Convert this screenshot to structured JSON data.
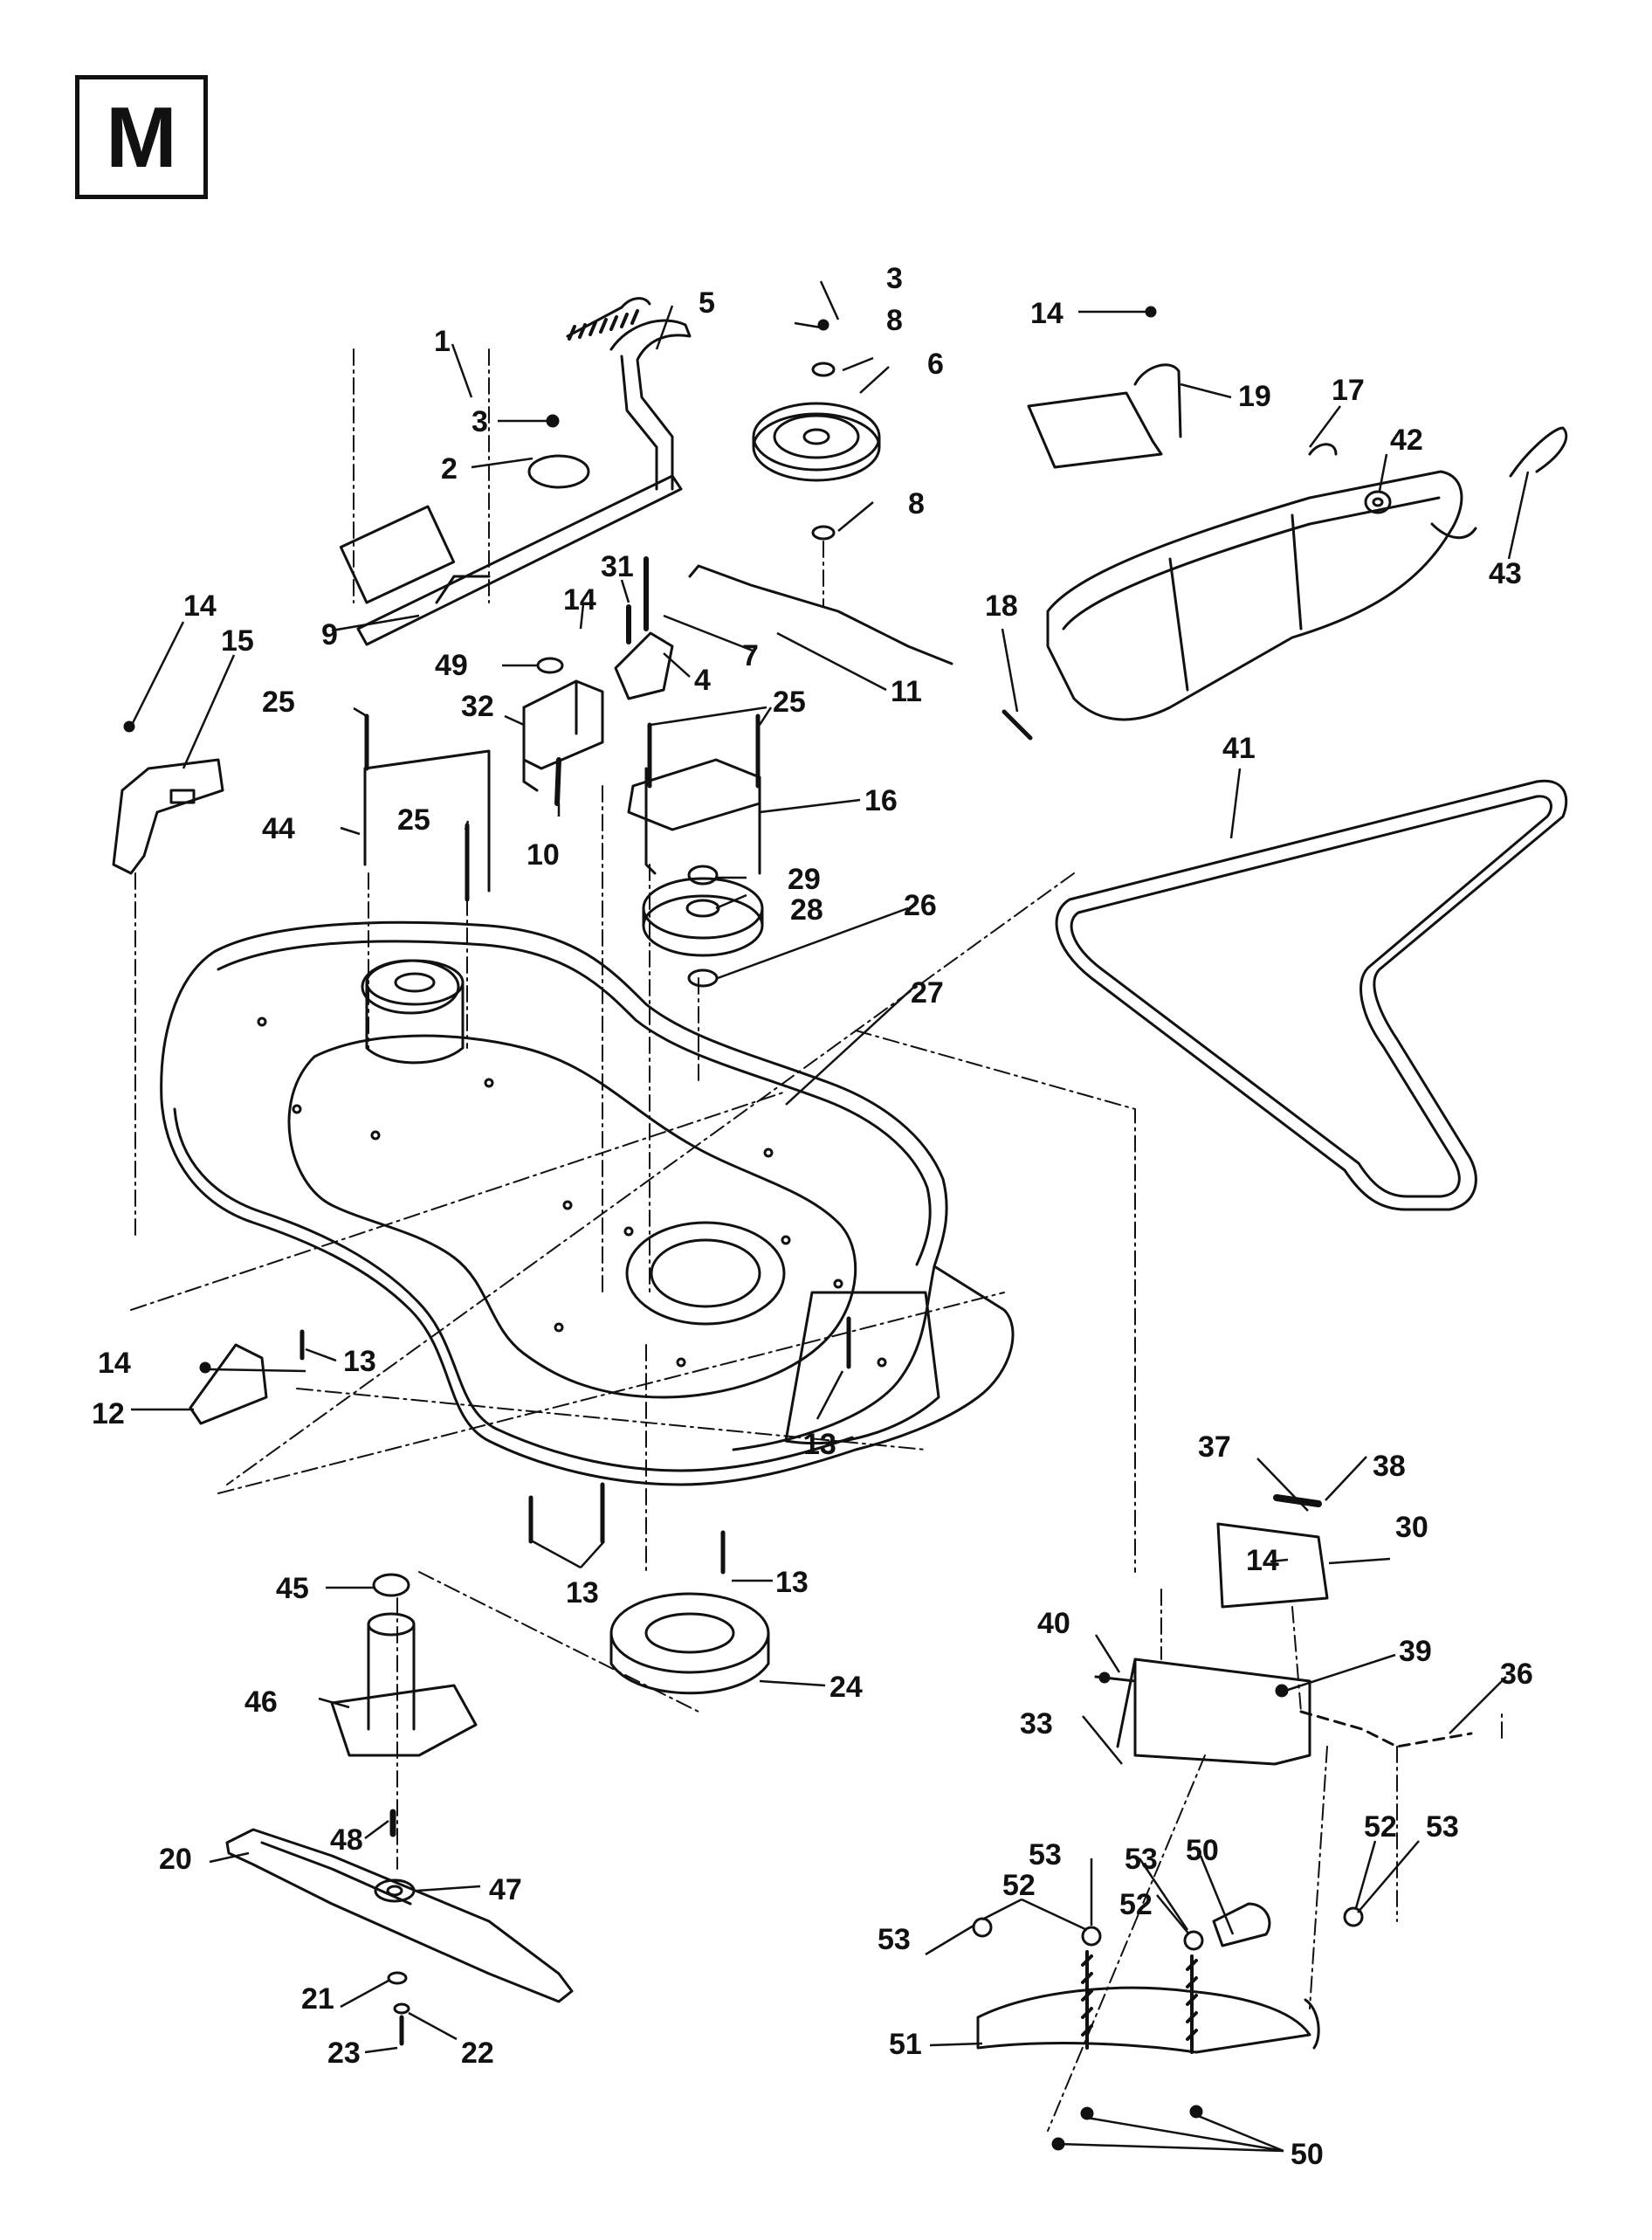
{
  "section_letter": "M",
  "callouts": [
    {
      "id": "c1",
      "label": "1"
    },
    {
      "id": "c2",
      "label": "2"
    },
    {
      "id": "c3a",
      "label": "3"
    },
    {
      "id": "c3b",
      "label": "3"
    },
    {
      "id": "c4",
      "label": "4"
    },
    {
      "id": "c5",
      "label": "5"
    },
    {
      "id": "c6",
      "label": "6"
    },
    {
      "id": "c7",
      "label": "7"
    },
    {
      "id": "c8a",
      "label": "8"
    },
    {
      "id": "c8b",
      "label": "8"
    },
    {
      "id": "c9",
      "label": "9"
    },
    {
      "id": "c10",
      "label": "10"
    },
    {
      "id": "c11",
      "label": "11"
    },
    {
      "id": "c12",
      "label": "12"
    },
    {
      "id": "c13a",
      "label": "13"
    },
    {
      "id": "c13b",
      "label": "13"
    },
    {
      "id": "c13c",
      "label": "13"
    },
    {
      "id": "c13d",
      "label": "13"
    },
    {
      "id": "c14a",
      "label": "14"
    },
    {
      "id": "c14b",
      "label": "14"
    },
    {
      "id": "c14c",
      "label": "14"
    },
    {
      "id": "c14d",
      "label": "14"
    },
    {
      "id": "c14e",
      "label": "14"
    },
    {
      "id": "c15",
      "label": "15"
    },
    {
      "id": "c16",
      "label": "16"
    },
    {
      "id": "c17",
      "label": "17"
    },
    {
      "id": "c18",
      "label": "18"
    },
    {
      "id": "c19",
      "label": "19"
    },
    {
      "id": "c20",
      "label": "20"
    },
    {
      "id": "c21",
      "label": "21"
    },
    {
      "id": "c22",
      "label": "22"
    },
    {
      "id": "c23",
      "label": "23"
    },
    {
      "id": "c24",
      "label": "24"
    },
    {
      "id": "c25a",
      "label": "25"
    },
    {
      "id": "c25b",
      "label": "25"
    },
    {
      "id": "c25c",
      "label": "25"
    },
    {
      "id": "c26",
      "label": "26"
    },
    {
      "id": "c27",
      "label": "27"
    },
    {
      "id": "c28",
      "label": "28"
    },
    {
      "id": "c29",
      "label": "29"
    },
    {
      "id": "c30",
      "label": "30"
    },
    {
      "id": "c31",
      "label": "31"
    },
    {
      "id": "c32",
      "label": "32"
    },
    {
      "id": "c33",
      "label": "33"
    },
    {
      "id": "c36",
      "label": "36"
    },
    {
      "id": "c37",
      "label": "37"
    },
    {
      "id": "c38",
      "label": "38"
    },
    {
      "id": "c39",
      "label": "39"
    },
    {
      "id": "c40",
      "label": "40"
    },
    {
      "id": "c41",
      "label": "41"
    },
    {
      "id": "c42",
      "label": "42"
    },
    {
      "id": "c43",
      "label": "43"
    },
    {
      "id": "c44",
      "label": "44"
    },
    {
      "id": "c45",
      "label": "45"
    },
    {
      "id": "c46",
      "label": "46"
    },
    {
      "id": "c47",
      "label": "47"
    },
    {
      "id": "c48",
      "label": "48"
    },
    {
      "id": "c49",
      "label": "49"
    },
    {
      "id": "c50a",
      "label": "50"
    },
    {
      "id": "c50b",
      "label": "50"
    },
    {
      "id": "c51",
      "label": "51"
    },
    {
      "id": "c52a",
      "label": "52"
    },
    {
      "id": "c52b",
      "label": "52"
    },
    {
      "id": "c52c",
      "label": "52"
    },
    {
      "id": "c53a",
      "label": "53"
    },
    {
      "id": "c53b",
      "label": "53"
    },
    {
      "id": "c53c",
      "label": "53"
    },
    {
      "id": "c53d",
      "label": "53"
    }
  ]
}
